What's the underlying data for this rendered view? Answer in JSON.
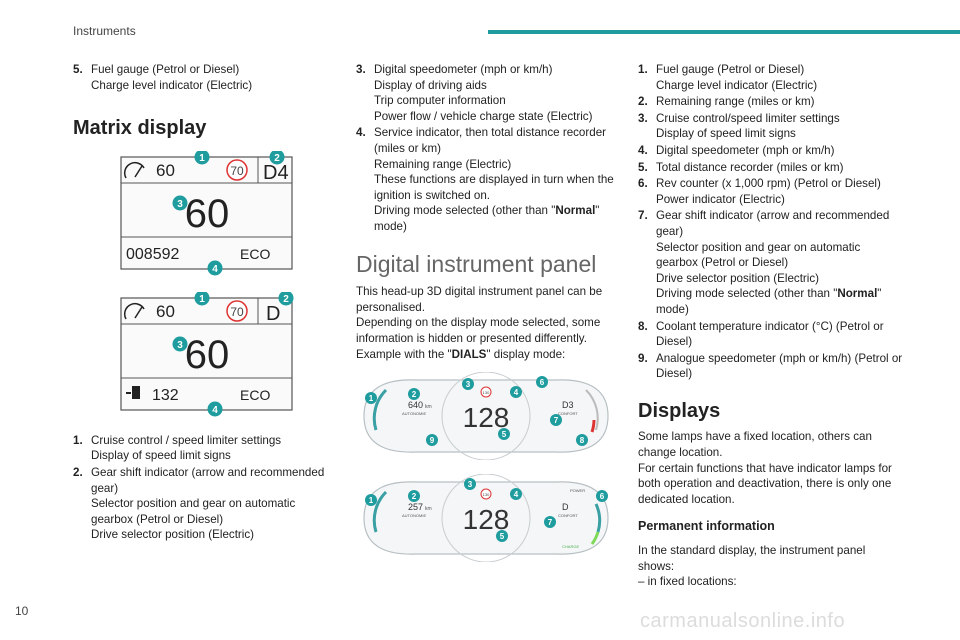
{
  "header": {
    "section": "Instruments",
    "accent": "#1f9c9e"
  },
  "page_number": "10",
  "watermark": "carmanualsonline.info",
  "col1": {
    "item5": {
      "num": "5.",
      "lines": [
        "Fuel gauge (Petrol or Diesel)",
        "Charge level indicator (Electric)"
      ]
    },
    "matrix_heading": "Matrix display",
    "matrix1": {
      "speed_small": "60",
      "limit": "70",
      "gear": "D4",
      "speed_big": "60",
      "odometer": "008592",
      "mode": "ECO",
      "markers": [
        "1",
        "2",
        "3",
        "4"
      ]
    },
    "matrix2": {
      "speed_small": "60",
      "limit": "70",
      "gear": "D",
      "speed_big": "60",
      "range": "132",
      "mode": "ECO",
      "markers": [
        "1",
        "2",
        "3",
        "4"
      ]
    },
    "list": [
      {
        "num": "1.",
        "lines": [
          "Cruise control / speed limiter settings",
          "Display of speed limit signs"
        ]
      },
      {
        "num": "2.",
        "lines": [
          "Gear shift indicator (arrow and recommended gear)",
          "Selector position and gear on automatic gearbox (Petrol or Diesel)",
          "Drive selector position (Electric)"
        ]
      }
    ]
  },
  "col2": {
    "list": [
      {
        "num": "3.",
        "lines": [
          "Digital speedometer (mph or km/h)",
          "Display of driving aids",
          "Trip computer information",
          "Power flow / vehicle charge state (Electric)"
        ]
      },
      {
        "num": "4.",
        "lines": [
          "Service indicator, then total distance recorder (miles or km)",
          "Remaining range (Electric)",
          "These functions are displayed in turn when the ignition is switched on."
        ]
      }
    ],
    "item4_mode_pre": "Driving mode selected (other than \"",
    "item4_mode_bold": "Normal",
    "item4_mode_post": "\" mode)",
    "dip_heading": "Digital instrument panel",
    "dip_text": [
      "This head-up 3D digital instrument panel can be personalised.",
      "Depending on the display mode selected, some information is hidden or presented differently."
    ],
    "example_pre": "Example with the \"",
    "example_bold": "DIALS",
    "example_post": "\" display mode:",
    "dial1": {
      "speed": "128",
      "limit": "130",
      "range": "640",
      "range_unit": "km",
      "range_label": "AUTONOMIE",
      "mode_label": "CONFORT",
      "gear": "D3",
      "markers": [
        "1",
        "2",
        "3",
        "4",
        "5",
        "6",
        "7",
        "8",
        "9"
      ]
    },
    "dial2": {
      "speed": "128",
      "limit": "130",
      "range": "257",
      "range_unit": "km",
      "range_label": "AUTONOMIE",
      "mode_label": "CONFORT",
      "gear": "D",
      "top_label": "POWER",
      "bottom_label": "CHARGE",
      "markers": [
        "1",
        "2",
        "3",
        "4",
        "5",
        "6",
        "7"
      ]
    }
  },
  "col3": {
    "list": [
      {
        "num": "1.",
        "lines": [
          "Fuel gauge (Petrol or Diesel)",
          "Charge level indicator (Electric)"
        ]
      },
      {
        "num": "2.",
        "lines": [
          "Remaining range (miles or km)"
        ]
      },
      {
        "num": "3.",
        "lines": [
          "Cruise control/speed limiter settings",
          "Display of speed limit signs"
        ]
      },
      {
        "num": "4.",
        "lines": [
          "Digital speedometer (mph or km/h)"
        ]
      },
      {
        "num": "5.",
        "lines": [
          "Total distance recorder (miles or km)"
        ]
      },
      {
        "num": "6.",
        "lines": [
          "Rev counter (x 1,000 rpm) (Petrol or Diesel)",
          "Power indicator (Electric)"
        ]
      },
      {
        "num": "7.",
        "lines": [
          "Gear shift indicator (arrow and recommended gear)",
          "Selector position and gear on automatic gearbox (Petrol or Diesel)",
          "Drive selector position (Electric)"
        ]
      }
    ],
    "item7_mode_pre": "Driving mode selected (other than \"",
    "item7_mode_bold": "Normal",
    "item7_mode_post": "\" mode)",
    "list2": [
      {
        "num": "8.",
        "lines": [
          "Coolant temperature indicator (°C) (Petrol or Diesel)"
        ]
      },
      {
        "num": "9.",
        "lines": [
          "Analogue speedometer (mph or km/h) (Petrol or Diesel)"
        ]
      }
    ],
    "displays_heading": "Displays",
    "displays_text": [
      "Some lamps have a fixed location, others can change location.",
      "For certain functions that have indicator lamps for both operation and deactivation, there is only one dedicated location."
    ],
    "permanent_heading": "Permanent information",
    "permanent_text": [
      "In the standard display, the instrument panel shows:",
      "– in fixed locations:"
    ]
  }
}
